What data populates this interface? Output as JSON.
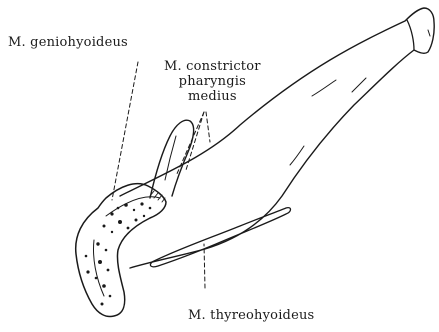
{
  "labels": {
    "geniohyoideus": "M. geniohyoideus",
    "constrictor_line1": "M. constrictor",
    "constrictor_line2": "pharyngis",
    "constrictor_line3": "medius",
    "thyreohyoideus": "M. thyreohyoideus"
  },
  "colors": {
    "ink": "#1a1a1a",
    "paper": "#ffffff"
  }
}
